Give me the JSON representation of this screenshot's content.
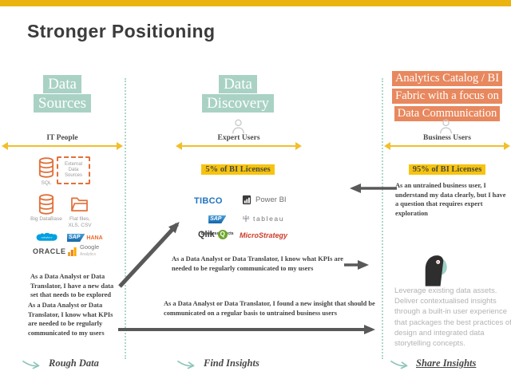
{
  "title": "Stronger Positioning",
  "col1": {
    "header_line1": "Data",
    "header_line2": "Sources",
    "audience": "IT People",
    "icons": {
      "sql": "SQL",
      "external": "External Data Sources",
      "big_database": "Big DataBase",
      "flat_files": "Flat files, XLS, CSV",
      "salesforce": "salesforce",
      "sap": "SAP",
      "hana": "HANA",
      "oracle": "ORACLE",
      "google": "Google",
      "google_sub": "Analytics"
    },
    "note1": "As a Data Analyst or Data Translator, I have a new data set that needs to be explored",
    "note2": "As a Data Analyst or Data Translator, I know what KPIs are needed to be regularly communicated to my users",
    "footer_label": "Rough Data"
  },
  "col2": {
    "header_line1": "Data",
    "header_line2": "Discovery",
    "audience": "Expert Users",
    "license_badge": "5% of BI Licenses",
    "logos": {
      "tibco": "TIBCO",
      "powerbi": "Power BI",
      "sap": "SAP",
      "sap_sub": "BusinessObjects",
      "tableau": "tableau",
      "qlik": "Qlik",
      "qlik_q": "Q",
      "microstrategy": "MicroStrategy"
    },
    "note1": "As a Data Analyst or Data Translator, I know what KPIs are needed to be regularly communicated to my users",
    "note2": "As a Data Analyst or Data Translator, I found a new insight that should be communicated on a regular basis to untrained business users",
    "footer_label": "Find Insights"
  },
  "col3": {
    "header_line1": "Analytics Catalog / BI",
    "header_line2": "Fabric with a focus on",
    "header_line3": "Data Communication",
    "audience": "Business Users",
    "license_badge": "95% of BI Licenses",
    "note1": "As an untrained business user, I understand my data clearly, but I have a question that requires expert exploration",
    "pitch": "Leverage existing data assets. Deliver contextualised insights through a built-in user experience that packages the best practices of design and integrated data storytelling concepts.",
    "footer_label": "Share Insights"
  },
  "colors": {
    "topbar_gold": "#EBB30E",
    "teal_highlight": "#A9D2C5",
    "orange_highlight": "#E8885E",
    "badge_yellow": "#F6C410",
    "yellow_arrow": "#F2BF2C",
    "dark_arrow": "#595959",
    "icon_orange": "#E2703A",
    "teal_swoosh": "#8FC4BA"
  }
}
